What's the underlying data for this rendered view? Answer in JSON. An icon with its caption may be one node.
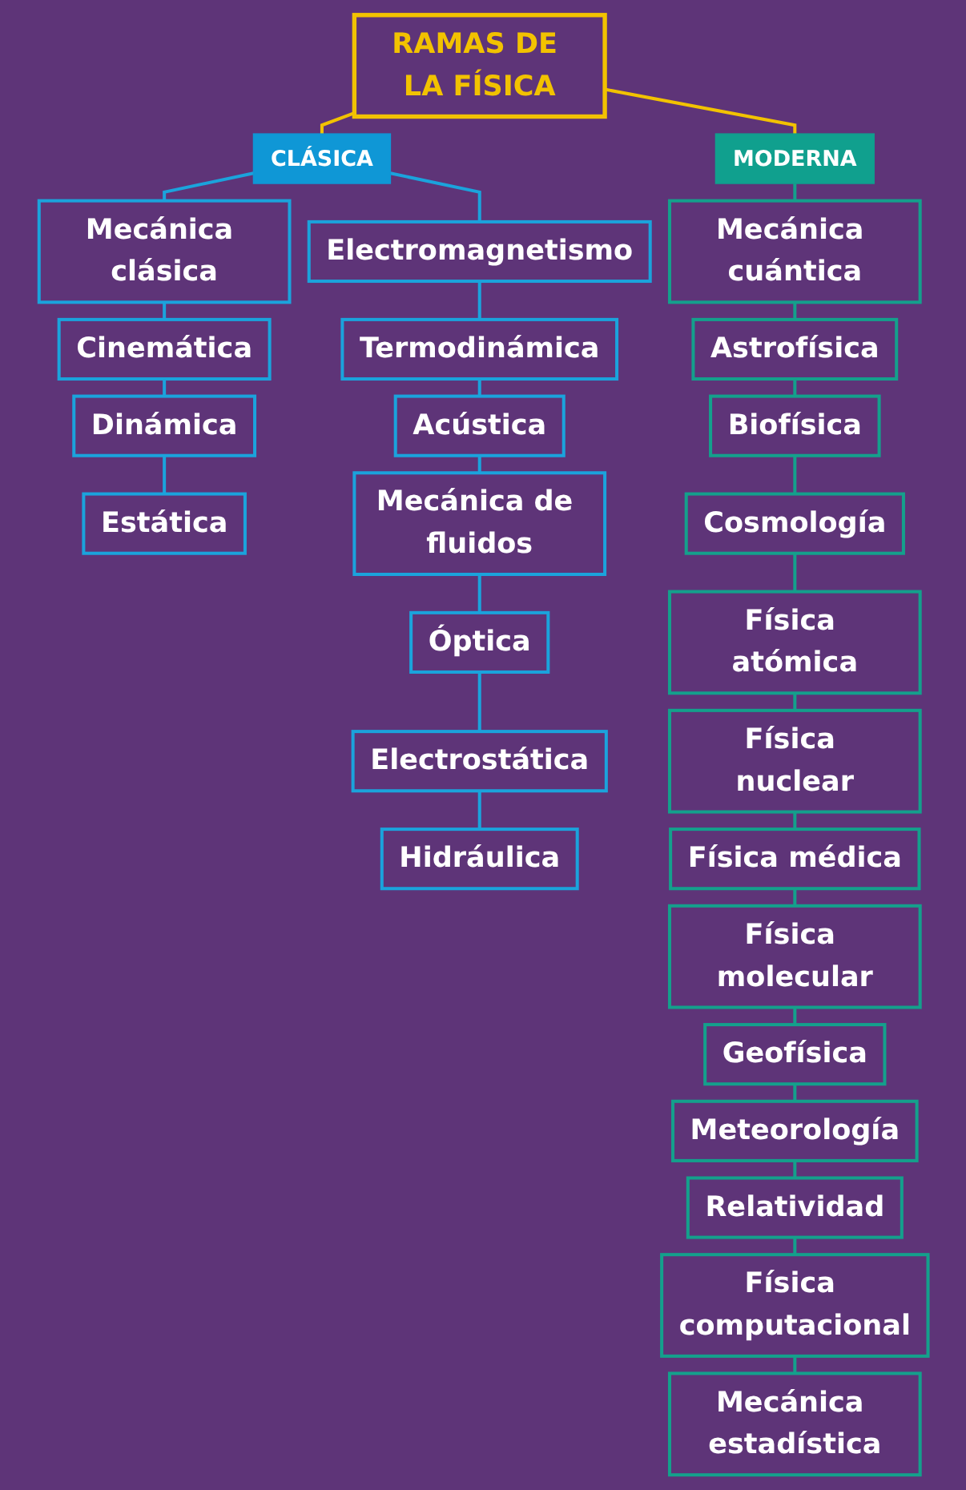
{
  "diagram": {
    "nodes": [
      {
        "text": [
          "RAMAS DE LA FÍSICA"
        ]
      },
      {
        "text": [
          "CLÁSICA"
        ]
      },
      {
        "text": [
          "MODERNA"
        ]
      },
      {
        "text": [
          "Mecánica clásica"
        ]
      },
      {
        "text": [
          "Cinemática"
        ]
      },
      {
        "text": [
          "Dinámica"
        ]
      },
      {
        "text": [
          "Estática"
        ]
      },
      {
        "text": [
          "Electromagnetismo"
        ]
      },
      {
        "text": [
          "Termodinámica"
        ]
      },
      {
        "text": [
          "Acústica"
        ]
      },
      {
        "text": [
          "Mecánica de fluidos"
        ]
      },
      {
        "text": [
          "Óptica"
        ]
      },
      {
        "text": [
          "Electrostática"
        ]
      },
      {
        "text": [
          "Hidráulica"
        ]
      },
      {
        "text": [
          "Mecánica cuántica"
        ]
      },
      {
        "text": [
          "Astrofísica"
        ]
      },
      {
        "text": [
          "Biofísica"
        ]
      },
      {
        "text": [
          "Cosmología"
        ]
      },
      {
        "text": [
          "Física atómica"
        ]
      },
      {
        "text": [
          "Física nuclear"
        ]
      },
      {
        "text": [
          "Física médica"
        ]
      },
      {
        "text": [
          "Física molecular"
        ]
      },
      {
        "text": [
          "Geofísica"
        ]
      },
      {
        "text": [
          "Meteorología"
        ]
      },
      {
        "text": [
          "Relatividad"
        ]
      },
      {
        "text": [
          "Física computacional"
        ]
      },
      {
        "text": [
          "Mecánica estadística"
        ]
      }
    ],
    "edges": [
      {
        "from": 0,
        "to": 1,
        "arrow": "none",
        "color": "#f2c200"
      },
      {
        "from": 0,
        "to": 2,
        "arrow": "none",
        "color": "#f2c200"
      },
      {
        "from": 1,
        "to": 3,
        "arrow": "none",
        "color": "#1ba3dc"
      },
      {
        "from": 3,
        "to": 4,
        "arrow": "none",
        "color": "#1ba3dc"
      },
      {
        "from": 4,
        "to": 5,
        "arrow": "none",
        "color": "#1ba3dc"
      },
      {
        "from": 5,
        "to": 6,
        "arrow": "none",
        "color": "#1ba3dc"
      },
      {
        "from": 1,
        "to": 7,
        "arrow": "none",
        "color": "#1ba3dc"
      },
      {
        "from": 7,
        "to": 8,
        "arrow": "none",
        "color": "#1ba3dc"
      },
      {
        "from": 8,
        "to": 9,
        "arrow": "none",
        "color": "#1ba3dc"
      },
      {
        "from": 9,
        "to": 10,
        "arrow": "none",
        "color": "#1ba3dc"
      },
      {
        "from": 10,
        "to": 11,
        "arrow": "none",
        "color": "#1ba3dc"
      },
      {
        "from": 11,
        "to": 12,
        "arrow": "none",
        "color": "#1ba3dc"
      },
      {
        "from": 12,
        "to": 13,
        "arrow": "none",
        "color": "#1ba3dc"
      },
      {
        "from": 2,
        "to": 14,
        "arrow": "none"
      },
      {
        "from": 14,
        "to": 15,
        "arrow": "none"
      },
      {
        "from": 15,
        "to": 16,
        "arrow": "none"
      },
      {
        "from": 16,
        "to": 17,
        "arrow": "none"
      },
      {
        "from": 17,
        "to": 18,
        "arrow": "none"
      },
      {
        "from": 18,
        "to": 19,
        "arrow": "none"
      },
      {
        "from": 19,
        "to": 20,
        "arrow": "none"
      },
      {
        "from": 20,
        "to": 21,
        "arrow": "none"
      },
      {
        "from": 21,
        "to": 22,
        "arrow": "none"
      },
      {
        "from": 22,
        "to": 23,
        "arrow": "none"
      },
      {
        "from": 23,
        "to": 24,
        "arrow": "none"
      },
      {
        "from": 24,
        "to": 25,
        "arrow": "none"
      },
      {
        "from": 25,
        "to": 26,
        "arrow": "none"
      }
    ]
  }
}
